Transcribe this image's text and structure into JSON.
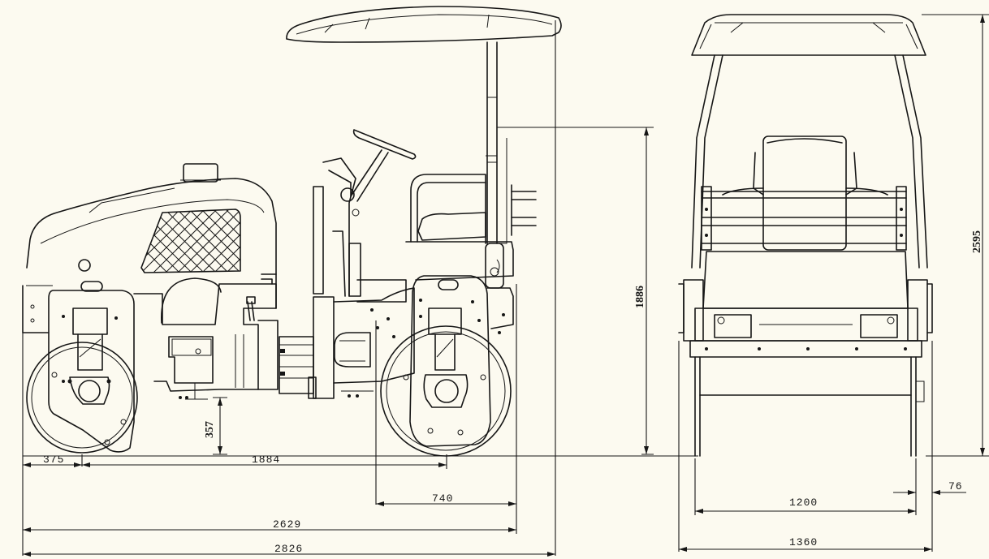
{
  "drawing": {
    "paper_color": "#fcfaf0",
    "line_color": "#161616",
    "dimensions": {
      "front_overhang": "375",
      "wheelbase": "1884",
      "rear_overhang": "740",
      "drum_length": "2629",
      "overall_length": "2826",
      "ground_clearance": "357",
      "seat_height": "1886",
      "overall_height": "2595",
      "drum_width": "1200",
      "side_offset": "76",
      "overall_width": "1360"
    }
  }
}
